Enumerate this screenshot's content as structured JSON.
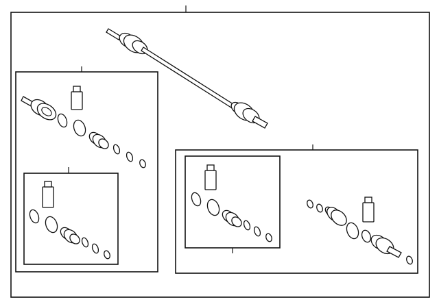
{
  "diagram": {
    "kind": "exploded-parts-illustration",
    "labels": [],
    "colors": {
      "line": "#111111",
      "background": "#ffffff"
    },
    "groups": [
      {
        "id": "assembly-outer",
        "parts": [
          "axle-shaft-assembly"
        ]
      },
      {
        "id": "inner-joint-kit-left",
        "parts": [
          "inner-cv-joint",
          "grease-tube",
          "boot-clamps",
          "cv-boot",
          "clamp-rings"
        ]
      },
      {
        "id": "boot-kit-left",
        "parts": [
          "grease-tube",
          "clamps",
          "cv-boot",
          "rings"
        ]
      },
      {
        "id": "outer-joint-kit-right",
        "parts": [
          "rings",
          "cv-boot",
          "grease-tube",
          "outer-cv-joint"
        ]
      },
      {
        "id": "boot-kit-right",
        "parts": [
          "grease-tube",
          "clamps",
          "cv-boot",
          "rings"
        ]
      }
    ]
  }
}
